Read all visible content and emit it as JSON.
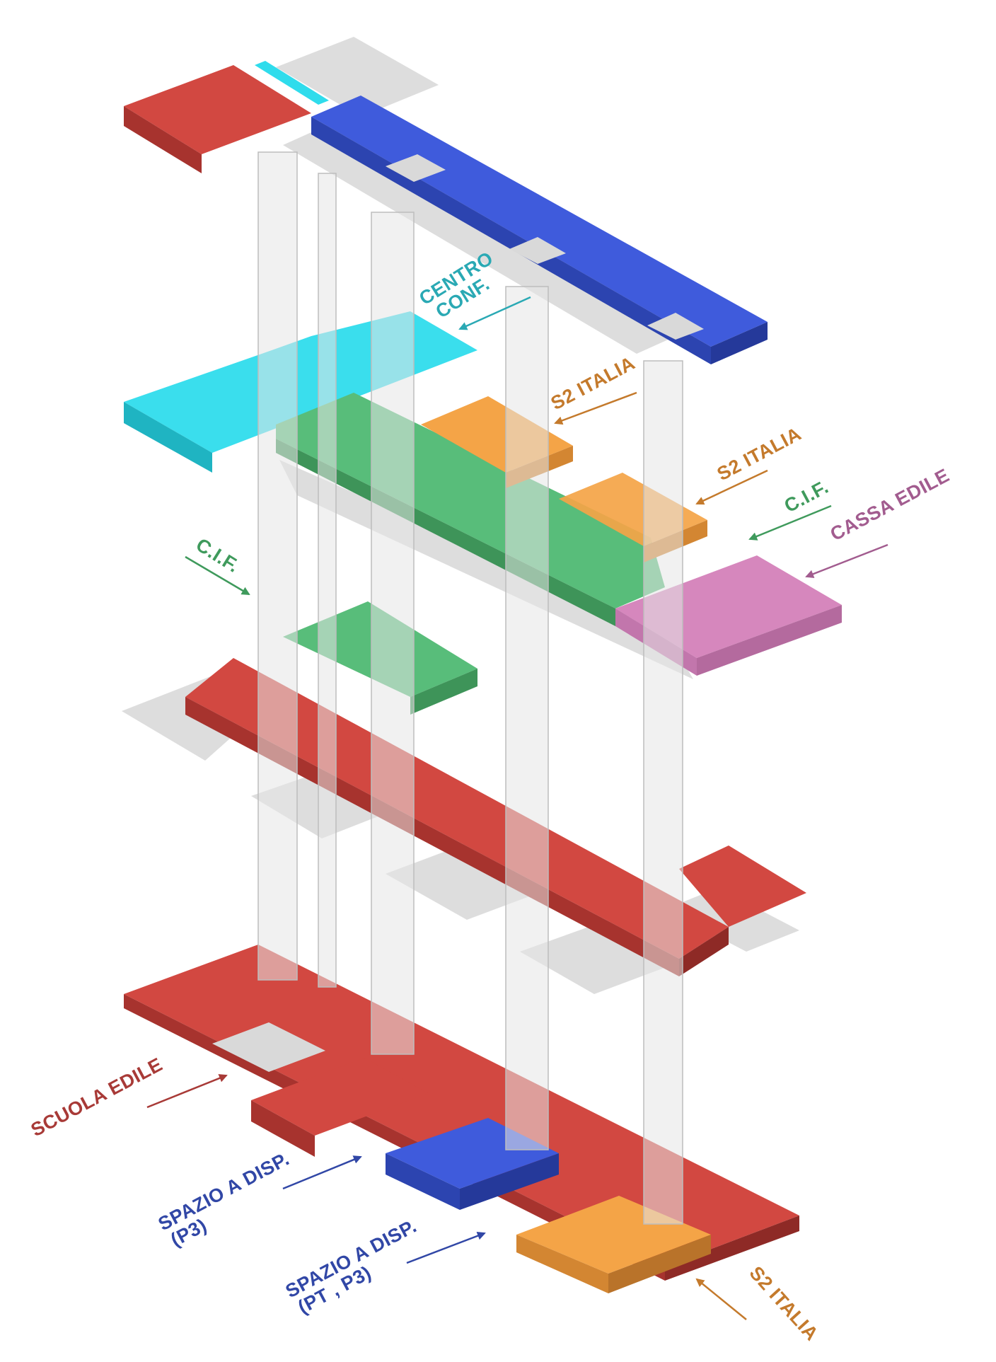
{
  "colors": {
    "red": "#d24841",
    "blue": "#3f5bdc",
    "cyan": "#2fdcec",
    "green": "#58bd7a",
    "orange": "#f4a447",
    "pink": "#d687bd",
    "gray": "#d9d9d9",
    "label_red": "#a83a37",
    "label_blue": "#3147a6",
    "label_teal": "#2aa9b4",
    "label_green": "#3f9a5c",
    "label_orange": "#c47a2c",
    "label_pink": "#a25c8f"
  },
  "labels": {
    "centro_conf_line1": "CENTRO",
    "centro_conf_line2": "CONF.",
    "s2_italia_level4": "S2 ITALIA",
    "s2_italia_level3": "S2 ITALIA",
    "cif_right": "C.I.F.",
    "cassa_edile": "CASSA EDILE",
    "cif_left": "C.I.F.",
    "scuola_edile": "SCUOLA EDILE",
    "spazio_p3_line1": "SPAZIO A DISP.",
    "spazio_p3_line2": "(P3)",
    "spazio_pt_line1": "SPAZIO A DISP.",
    "spazio_pt_line2": "(PT , P3)",
    "s2_italia_ground": "S2 ITALIA"
  }
}
